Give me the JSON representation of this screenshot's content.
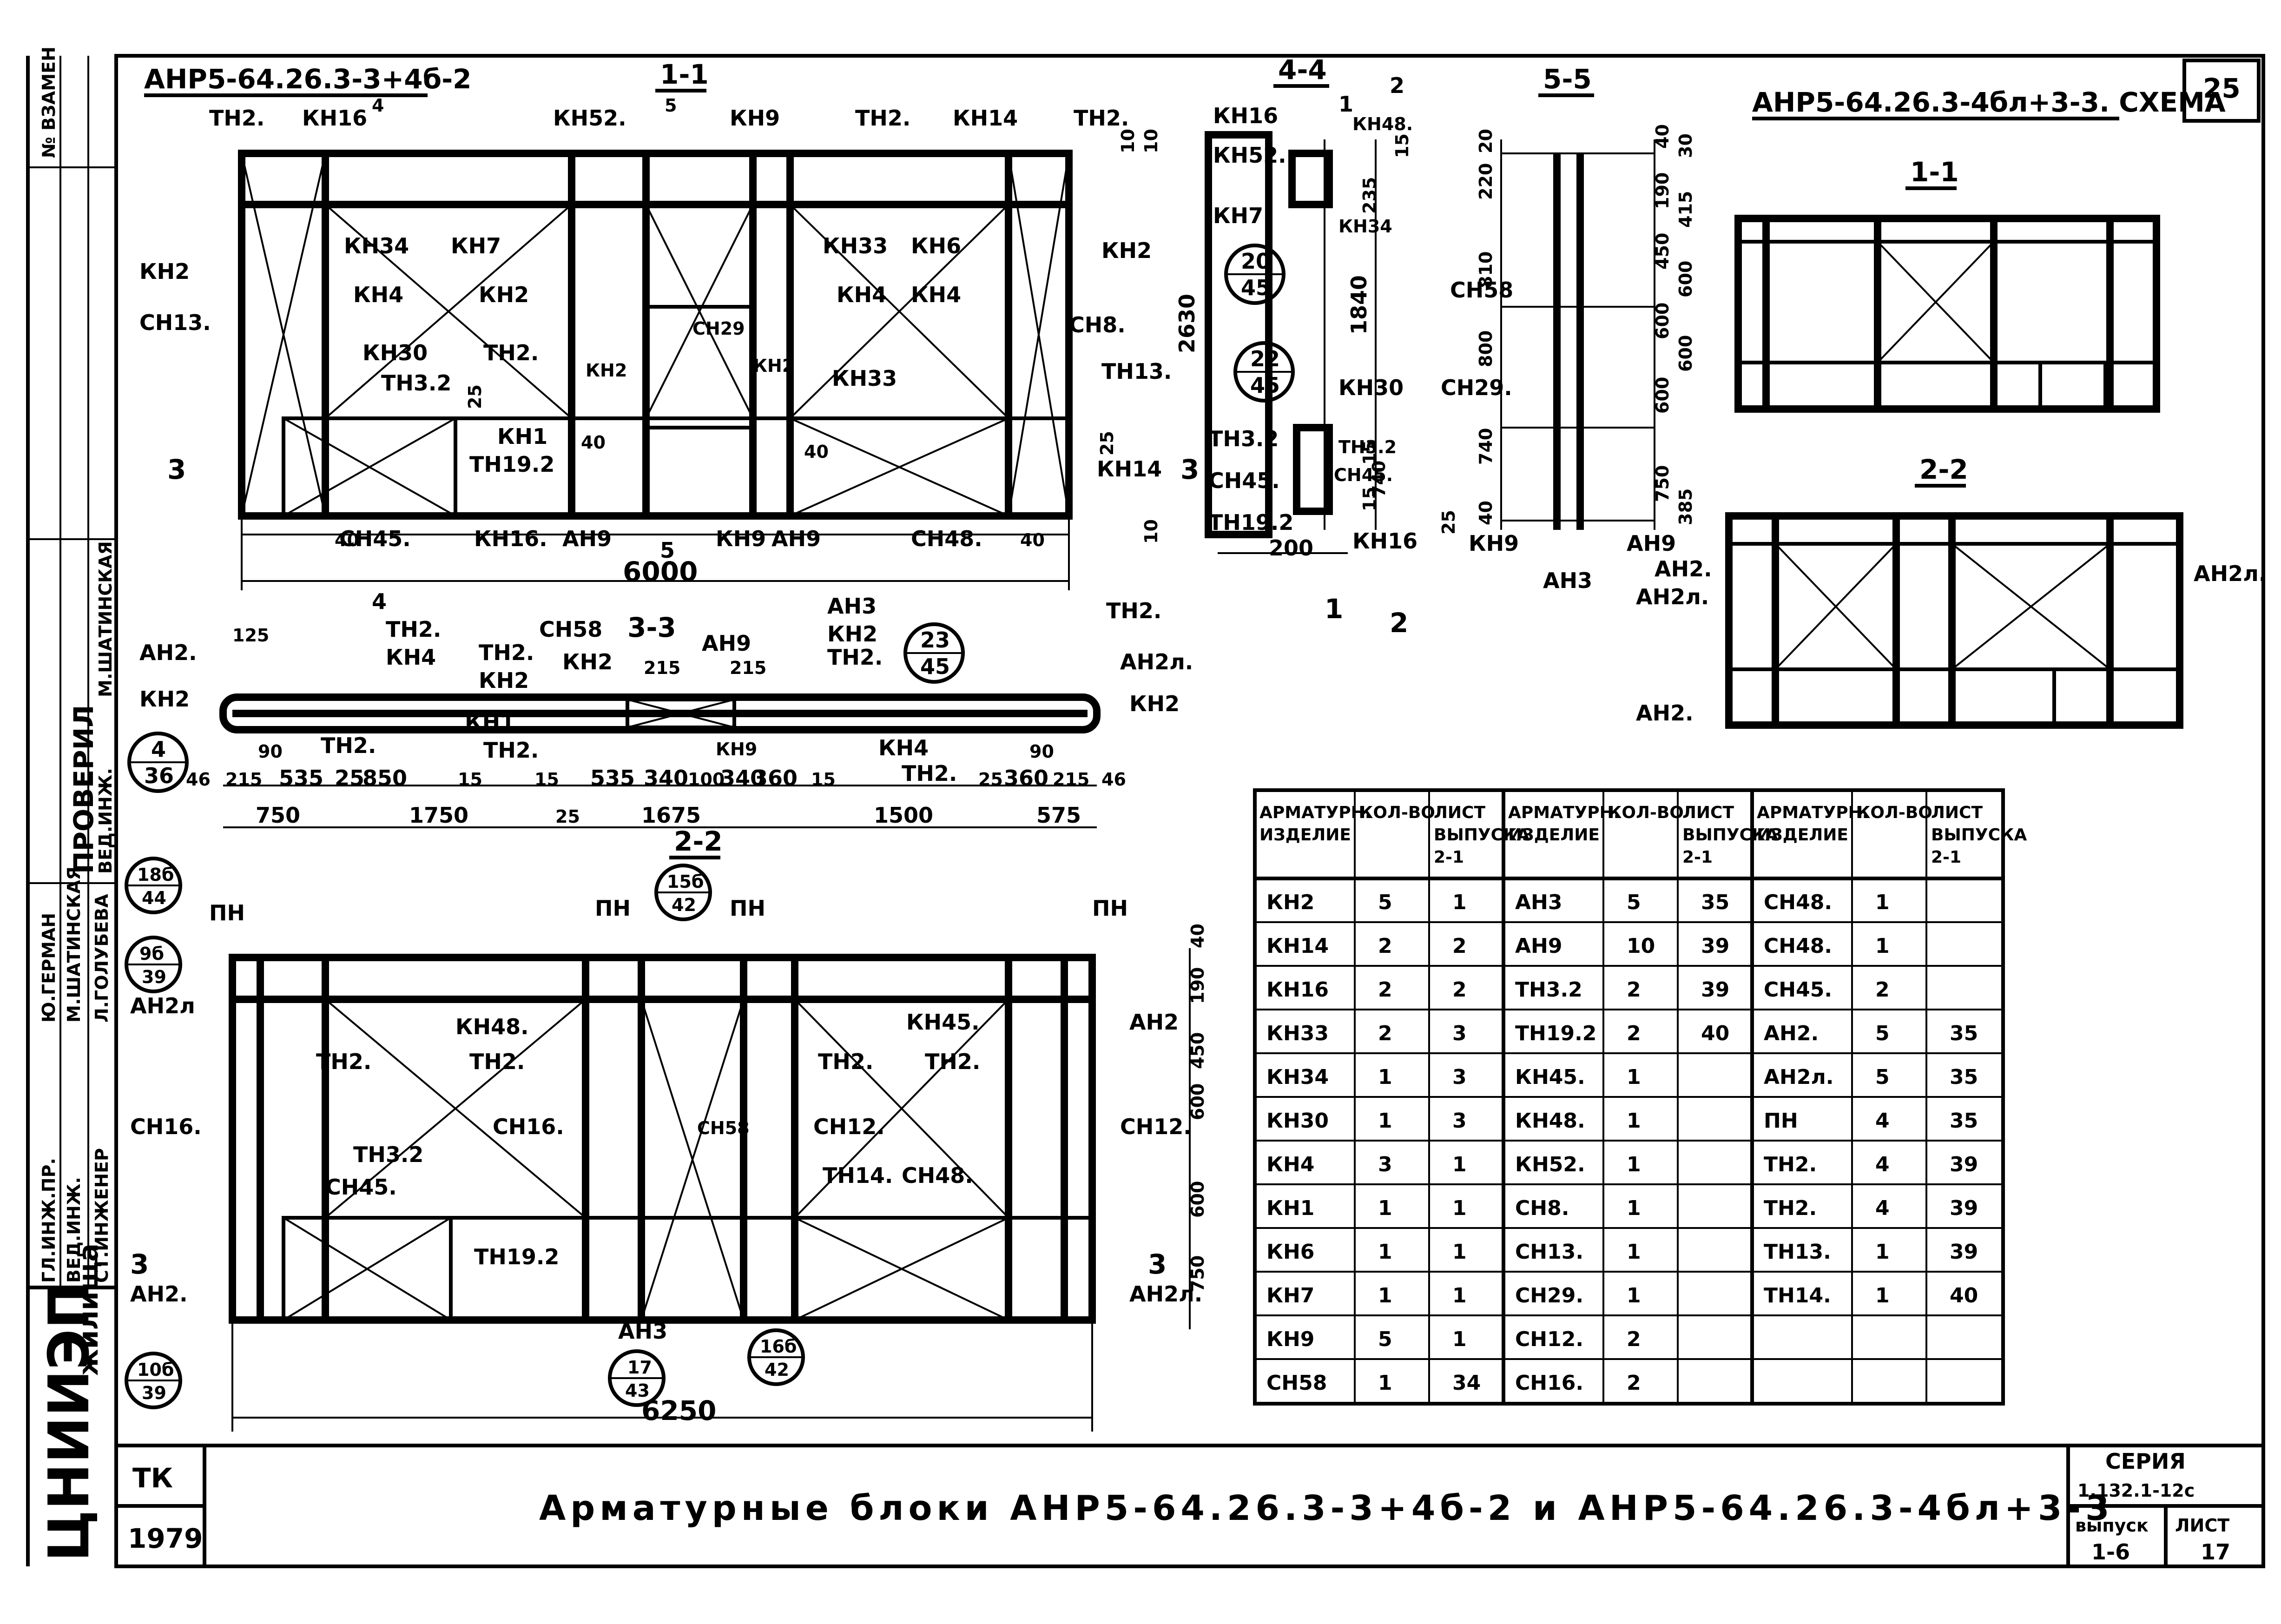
{
  "sheet": {
    "sheet_mark_top": "25",
    "left_block_title": "АНР5-64.26.3-3+4б-2",
    "right_block_title": "АНР5-64.26.3-4бл+3-3. СХЕМА",
    "main_title": "Арматурные блоки АНР5-64.26.3-3+4б-2 и АНР5-64.26.3-4бл+3-3",
    "org": "ЦНИИЭП",
    "org_sub": "жилища",
    "tk": "ТК",
    "year": "1979",
    "series_label": "СЕРИЯ",
    "series_value": "1.132.1-12с",
    "issue_label": "выпуск",
    "issue_value": "1-6",
    "sheet_label": "ЛИСТ",
    "sheet_value": "17"
  },
  "stamp": {
    "vzamen": "№ ВЗАМЕН",
    "proveril": "ПРОВЕРИЛ",
    "roles": [
      "ГЛ.ИНЖ.ПР.",
      "ВЕД.ИНЖ.",
      "СТ.ИНЖЕНЕР"
    ],
    "names": [
      "Ю.ГЕРМАН",
      "М.ШАТИНСКАЯ",
      "Л.ГОЛУБЕВА"
    ],
    "check_role": "ВЕД.ИНЖ.",
    "check_name": "М.ШАТИНСКАЯ"
  },
  "views": {
    "section_1_1": "1-1",
    "section_2_2": "2-2",
    "section_3_3": "3-3",
    "section_4_4": "4-4",
    "section_5_5": "5-5",
    "right_1_1": "1-1",
    "right_2_2": "2-2"
  },
  "elev_top": {
    "labels": [
      "ТН2.",
      "КН16",
      "КН52.",
      "КН9",
      "ТН2.",
      "КН14",
      "ТН2.",
      "КН34",
      "КН7",
      "КН33",
      "КН6",
      "КН2",
      "КН2",
      "СН13.",
      "КН4",
      "КН2",
      "КН4",
      "КН4",
      "СН8.",
      "КН30",
      "ТН2.",
      "КН2",
      "СН29",
      "КН2",
      "КН33",
      "ТН13.",
      "ТН3.2",
      "КН1",
      "ТН19.2",
      "КН14",
      "СН45.",
      "КН16.",
      "АН9",
      "КН9",
      "АН9",
      "СН48."
    ],
    "dims": [
      "4",
      "5",
      "10",
      "25",
      "40",
      "40",
      "40",
      "40",
      "25",
      "3",
      "3",
      "5",
      "6000",
      "4"
    ]
  },
  "plan_3_3": {
    "labels": [
      "АН2.",
      "КН2",
      "125",
      "ТН2.",
      "КН4",
      "ТН2.",
      "КН2",
      "КН2",
      "СН58",
      "КН1",
      "ТН2.",
      "АН9",
      "АН3",
      "КН2",
      "ТН2.",
      "КН4",
      "ТН2.",
      "КН9",
      "ТН2.",
      "ТН2.",
      "АН2л.",
      "КН2"
    ],
    "dims_row1": [
      "46",
      "215",
      "535",
      "25",
      "850",
      "15",
      "15",
      "535",
      "340",
      "100",
      "340",
      "360",
      "15",
      "25",
      "360",
      "215",
      "46"
    ],
    "dims_row2": [
      "750",
      "1750",
      "25",
      "1675",
      "1500",
      "575"
    ],
    "small": [
      "90",
      "215",
      "215",
      "90"
    ]
  },
  "elev_bottom": {
    "labels": [
      "ПН",
      "ПН",
      "ПН",
      "ПН",
      "АН2л",
      "КН48.",
      "КН45.",
      "АН2",
      "ТН2.",
      "ТН2.",
      "ТН2.",
      "ТН2.",
      "СН16.",
      "СН16.",
      "СН58",
      "СН12.",
      "СН12.",
      "ТН3.2",
      "СН45.",
      "ТН14.",
      "СН48.",
      "ТН19.2",
      "АН2.",
      "АН2л.",
      "АН3"
    ],
    "dims": [
      "40",
      "190",
      "450",
      "600",
      "600",
      "750",
      "6250",
      "3",
      "3"
    ]
  },
  "sec_4_4": {
    "labels": [
      "КН16",
      "КН52.",
      "КН7",
      "КН48.",
      "КН34",
      "КН30",
      "ТН3.2",
      "СН45.",
      "ТН19.2",
      "ТН3.2",
      "СН45.",
      "КН16"
    ],
    "dims": [
      "2",
      "1",
      "10",
      "15",
      "235",
      "2630",
      "1840",
      "15",
      "740",
      "15",
      "25",
      "10",
      "200",
      "1",
      "2"
    ]
  },
  "sec_5_5": {
    "labels": [
      "СН58",
      "СН29.",
      "КН9",
      "АН3",
      "АН9"
    ],
    "dims_left": [
      "20",
      "220",
      "810",
      "800",
      "740",
      "40"
    ],
    "dims_right": [
      "40",
      "30",
      "190",
      "415",
      "450",
      "600",
      "600",
      "600",
      "600",
      "750",
      "385"
    ]
  },
  "right_2_2_labels": [
    "АН2.",
    "АН2л.",
    "АН2.",
    "АН2л."
  ],
  "circles": [
    {
      "top": "20",
      "bottom": "45"
    },
    {
      "top": "22",
      "bottom": "45"
    },
    {
      "top": "23",
      "bottom": "45"
    },
    {
      "top": "4",
      "bottom": "36"
    },
    {
      "top": "18б",
      "bottom": "44"
    },
    {
      "top": "15б",
      "bottom": "42"
    },
    {
      "top": "9б",
      "bottom": "39"
    },
    {
      "top": "10б",
      "bottom": "39"
    },
    {
      "top": "17",
      "bottom": "43"
    },
    {
      "top": "16б",
      "bottom": "42"
    }
  ],
  "table": {
    "headers": [
      "АРМАТУРН. ИЗДЕЛИЕ",
      "КОЛ-ВО",
      "ЛИСТ ВЫПУСКА 2-1",
      "АРМАТУРН. ИЗДЕЛИЕ",
      "КОЛ-ВО",
      "ЛИСТ ВЫПУСКА 2-1",
      "АРМАТУРН. ИЗДЕЛИЕ",
      "КОЛ-ВО",
      "ЛИСТ ВЫПУСКА 2-1"
    ],
    "rows": [
      [
        "КН2",
        "5",
        "1",
        "АН3",
        "5",
        "35",
        "СН48.",
        "1",
        ""
      ],
      [
        "КН14",
        "2",
        "2",
        "АН9",
        "10",
        "39",
        "СН48.",
        "1",
        ""
      ],
      [
        "КН16",
        "2",
        "2",
        "ТН3.2",
        "2",
        "39",
        "СН45.",
        "2",
        ""
      ],
      [
        "КН33",
        "2",
        "3",
        "ТН19.2",
        "2",
        "40",
        "АН2.",
        "5",
        "35"
      ],
      [
        "КН34",
        "1",
        "3",
        "КН45.",
        "1",
        "",
        "АН2л.",
        "5",
        "35"
      ],
      [
        "КН30",
        "1",
        "3",
        "КН48.",
        "1",
        "",
        "ПН",
        "4",
        "35"
      ],
      [
        "КН4",
        "3",
        "1",
        "КН52.",
        "1",
        "",
        "ТН2.",
        "4",
        "39"
      ],
      [
        "КН1",
        "1",
        "1",
        "СН8.",
        "1",
        "",
        "ТН2.",
        "4",
        "39"
      ],
      [
        "КН6",
        "1",
        "1",
        "СН13.",
        "1",
        "",
        "ТН13.",
        "1",
        "39"
      ],
      [
        "КН7",
        "1",
        "1",
        "СН29.",
        "1",
        "",
        "ТН14.",
        "1",
        "40"
      ],
      [
        "КН9",
        "5",
        "1",
        "СН12.",
        "2",
        "",
        "",
        "",
        ""
      ],
      [
        "СН58",
        "1",
        "34",
        "СН16.",
        "2",
        "",
        "",
        "",
        ""
      ]
    ]
  }
}
